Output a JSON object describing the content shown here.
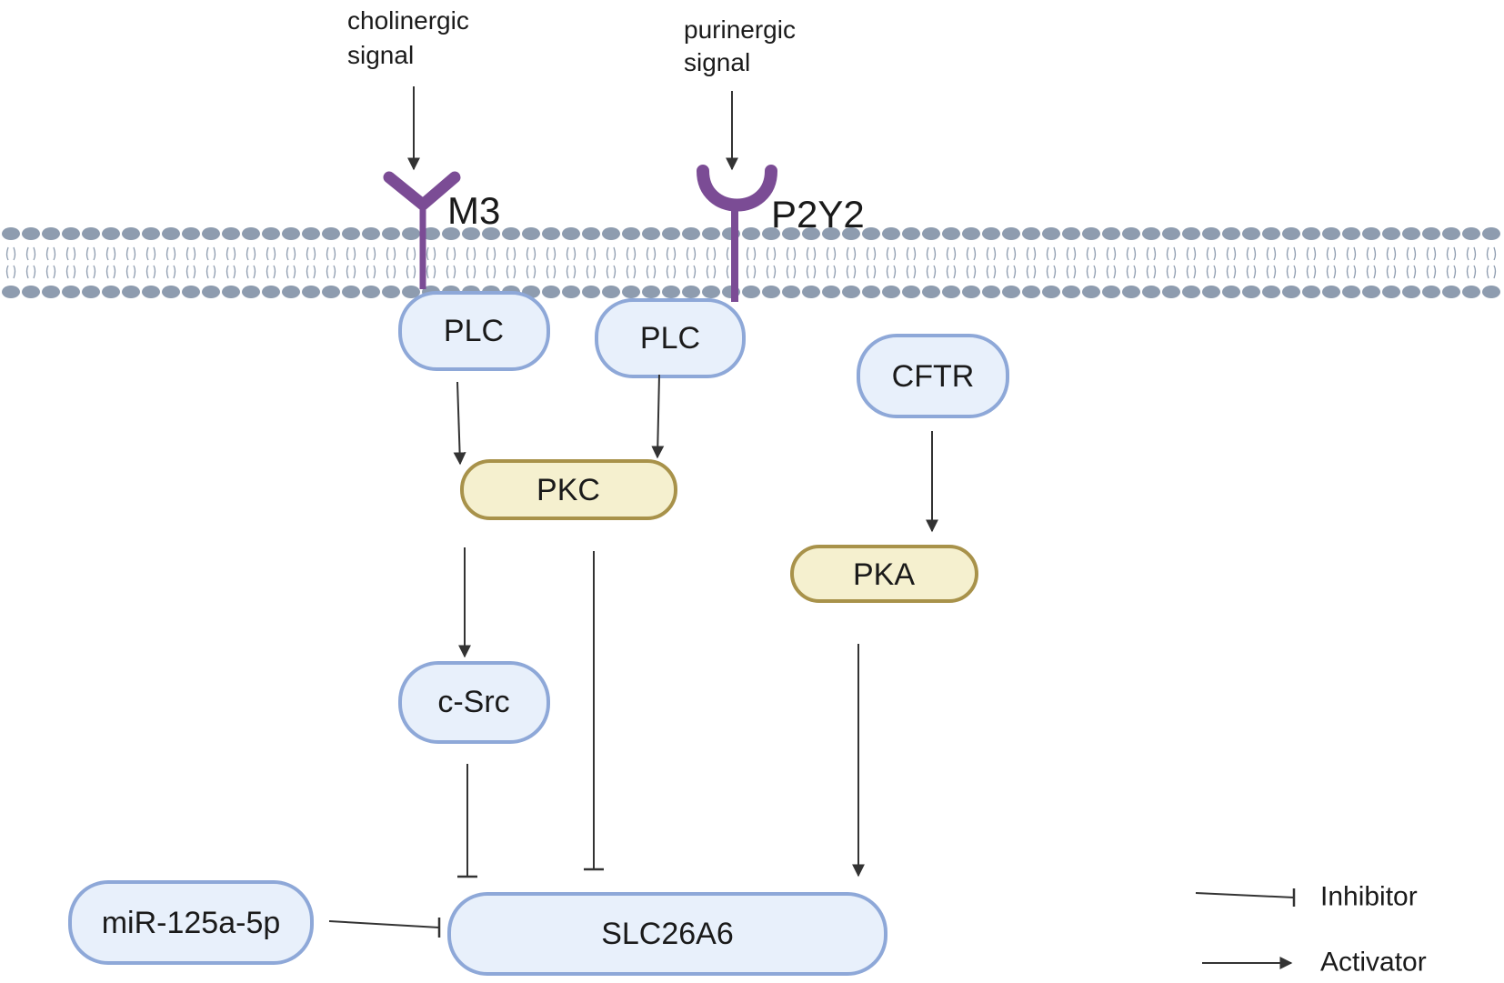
{
  "signals": {
    "cholinergic": [
      "cholinergic",
      "signal"
    ],
    "purinergic": [
      "purinergic",
      "signal"
    ]
  },
  "receptors": {
    "m3": "M3",
    "p2y2": "P2Y2"
  },
  "nodes": {
    "plc_left": "PLC",
    "plc_right": "PLC",
    "pkc": "PKC",
    "cftr": "CFTR",
    "pka": "PKA",
    "csrc": "c-Src",
    "mir": "miR-125a-5p",
    "slc": "SLC26A6"
  },
  "legend": {
    "inhibitor": "Inhibitor",
    "activator": "Activator"
  },
  "colors": {
    "protein_fill": "#e8f0fb",
    "protein_stroke": "#8ea8d8",
    "kinase_fill": "#f5f0cf",
    "kinase_stroke": "#a8924a",
    "receptor": "#7b4c95",
    "membrane": "#8e9caf",
    "line": "#333333"
  }
}
